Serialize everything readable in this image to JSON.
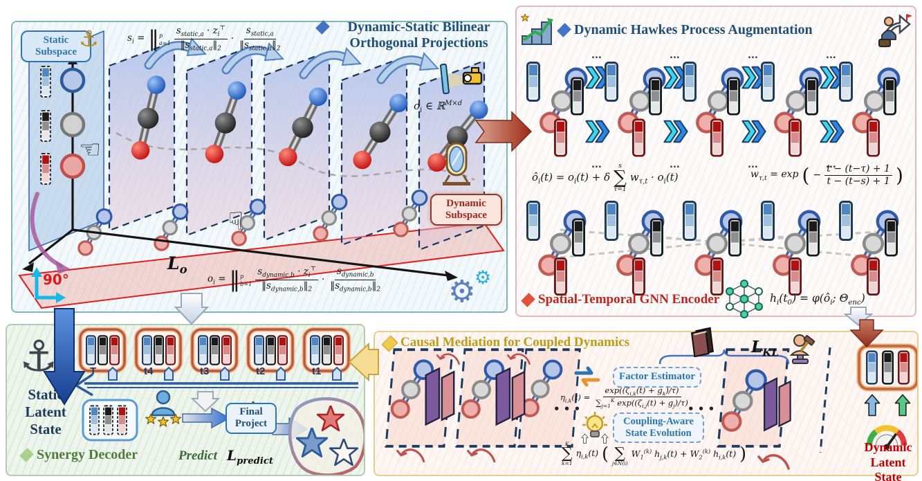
{
  "icons": {
    "anchor": "⚓",
    "hand_left": "☜",
    "hand_down": "☟",
    "gear": "⚙"
  },
  "tl": {
    "subspace_label": [
      "Static",
      "Subspace"
    ],
    "title": [
      "Dynamic-Static Bilinear",
      "Orthogonal Projections"
    ],
    "angle": "90°",
    "loss": {
      "base": "L",
      "sub": "o"
    },
    "dynamic_label": [
      "Dynamic",
      "Subspace"
    ]
  },
  "tr": {
    "title": "Dynamic Hawkes Process Augmentation",
    "encoder_label": "Spatial-Temporal GNN Encoder",
    "ellipsis": "..."
  },
  "bl": {
    "state_label": [
      "Static",
      "Latent",
      "State"
    ],
    "timeline": [
      "T",
      "t4",
      "t3",
      "t2",
      "t1"
    ],
    "decoder_label": "Synergy Decoder",
    "final_label": [
      "Final",
      "Project"
    ],
    "predict_label": "Predict",
    "loss": {
      "base": "L",
      "sub": "predict"
    }
  },
  "br": {
    "title": "Causal Mediation for Coupled Dynamics",
    "loss": {
      "base": "L",
      "sub": "KL"
    },
    "factor_label": "Factor Estimator",
    "coupling_label": [
      "Coupling-Aware",
      "State Evolution"
    ],
    "state_label": [
      "Dynamic",
      "Latent",
      "State"
    ],
    "dots": "• • •"
  },
  "formulas": {
    "static_proj": [
      {
        "t": "txt",
        "v": "s_{i} ="
      },
      {
        "t": "norm",
        "sup": "p",
        "sub": "a=1"
      },
      {
        "t": "frac",
        "n": "s_{static,a} · z_{i}^{⊤}",
        "d": "‖s_{static,a}‖_{2}"
      },
      {
        "t": "txt",
        "v": "·"
      },
      {
        "t": "frac",
        "n": "s_{static,a}",
        "d": "‖s_{static,a}‖_{2}"
      }
    ],
    "dynamic_proj": [
      {
        "t": "txt",
        "v": "o_{i} ="
      },
      {
        "t": "norm",
        "sup": "p",
        "sub": "b=1"
      },
      {
        "t": "frac",
        "n": "s_{dynamic,b} · z_{i}^{⊤}",
        "d": "‖s_{dynamic,b}‖_{2}"
      },
      {
        "t": "txt",
        "v": "·"
      },
      {
        "t": "frac",
        "n": "s_{dynamic,b}",
        "d": "‖s_{dynamic,b}‖_{2}"
      }
    ],
    "latent_dim": [
      {
        "t": "txt",
        "v": "o_{i} ∈ ℝ^{M×d}"
      }
    ],
    "hawkes": [
      {
        "t": "txt",
        "v": "ô_{i}(t) = o_{i}(t) + δ"
      },
      {
        "t": "big",
        "sym": "∑",
        "sup": "s",
        "sub": "τ=1"
      },
      {
        "t": "txt",
        "v": "w_{τ,t} · o_{i}(t)"
      }
    ],
    "hawkes_weight": [
      {
        "t": "txt",
        "v": "w_{τ,t} = exp"
      },
      {
        "t": "bigp",
        "v": "("
      },
      {
        "t": "txt",
        "v": "−"
      },
      {
        "t": "frac",
        "n": "t − (t−τ) + 1",
        "d": "t − (t−s) + 1"
      },
      {
        "t": "bigp",
        "v": ")"
      }
    ],
    "encoder": [
      {
        "t": "txt",
        "v": "h_{i}(t_{0}) = φ(ô_{i}; Θ_{enc})"
      }
    ],
    "factor": [
      {
        "t": "txt",
        "v": "η_{i,k}(t) ="
      },
      {
        "t": "frac",
        "n": "exp((ζ_{i,k}(t) + g_{k})/τ)",
        "d": "∑_{j=1}^{K} exp((ζ_{i,j}(t) + g_{j})/τ)"
      }
    ],
    "evolution": [
      {
        "t": "big",
        "sym": "∑",
        "sup": "K",
        "sub": "k=1"
      },
      {
        "t": "txt",
        "v": "η_{i,k}(t)"
      },
      {
        "t": "bigp",
        "v": "("
      },
      {
        "t": "big",
        "sym": "∑",
        "sup": "",
        "sub": "j∈N(i)"
      },
      {
        "t": "txt",
        "v": "W_{1}^{(k)} h_{j,k}(t) + W_{2}^{(k)} h_{i,k}(t)"
      },
      {
        "t": "bigp",
        "v": ")"
      }
    ]
  }
}
